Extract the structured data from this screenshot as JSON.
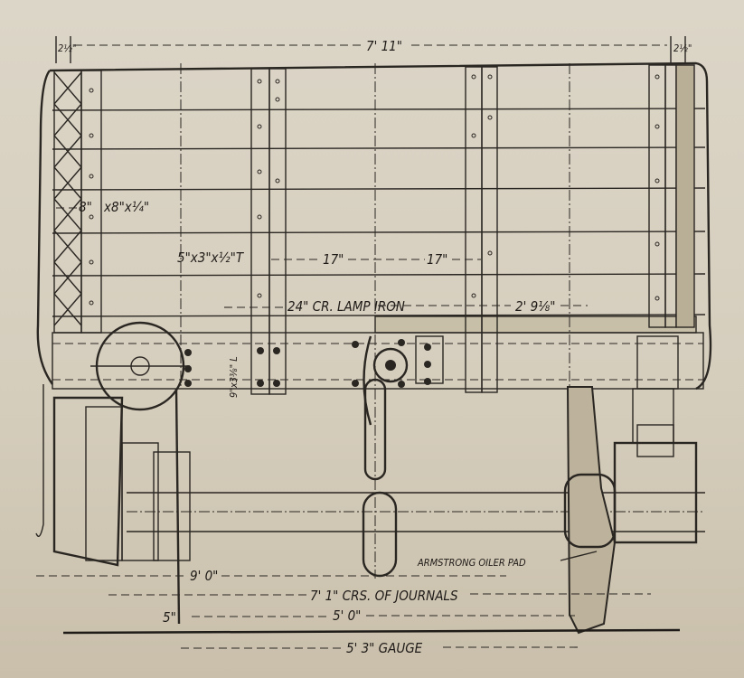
{
  "drawing": {
    "dimensions": {
      "left_end": "2½\"",
      "overall_width": "7' 11\"",
      "right_end": "2½\"",
      "end_post": "8\"",
      "end_post_angle": "x8\"x¼\"",
      "tee_section": "5\"x3\"x½\"T",
      "spacing_1": "17\"",
      "spacing_2": "17\"",
      "lamp_iron": "24\" CR. LAMP IRON",
      "side_offset": "2' 9⅛\"",
      "angle_section": "9\"x3⅜\" L",
      "oiler_pad": "ARMSTRONG OILER PAD",
      "overall_base": "9' 0\"",
      "journals": "7' 1\" CRS. OF JOURNALS",
      "flange": "5\"",
      "wheel_base": "5' 0\"",
      "gauge": "5' 3\" GAUGE"
    }
  }
}
